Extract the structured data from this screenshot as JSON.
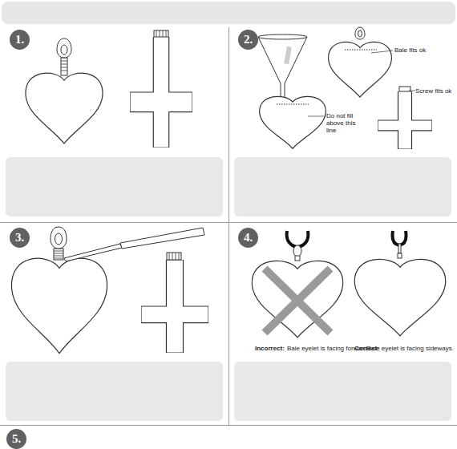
{
  "diagram": {
    "nodes": [
      {
        "text": [
          "1."
        ]
      },
      {
        "text": [
          "2."
        ]
      },
      {
        "text": [
          "3."
        ]
      },
      {
        "text": [
          "4."
        ]
      },
      {
        "text": [
          "5."
        ]
      }
    ],
    "labels": [
      "Do not fill above this line",
      "Bale fits ok",
      "Screw fits ok",
      "Incorrect:",
      "Bale eyelet is facing forward.",
      "Correct:",
      "Bale eyelet is facing sideways."
    ]
  }
}
